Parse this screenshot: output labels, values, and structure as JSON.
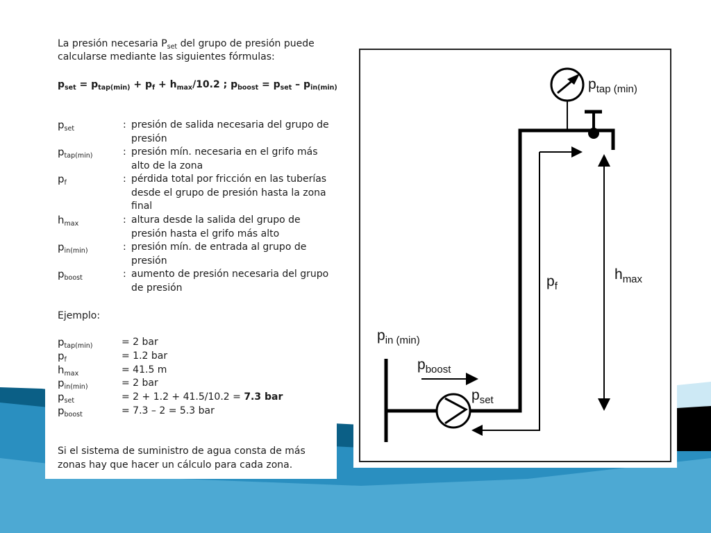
{
  "intro": {
    "line1_a": "La presión necesaria P",
    "line1_sub": "set",
    "line1_b": " del grupo de presión puede",
    "line2": "calcularse mediante las siguientes fórmulas:"
  },
  "formula": {
    "p": "p",
    "set": "set",
    "eq1": " = p",
    "tapmin": "tap(min)",
    "plus_pf": " + p",
    "f": "f",
    "plus_h": " + h",
    "max": "max",
    "div": "/10.2  ;  p",
    "boost": "boost",
    "eq2": " = p",
    "minus": " – p",
    "inmin": "in(min)"
  },
  "definitions": [
    {
      "sym": "p",
      "sub": "set",
      "desc": "presión de salida necesaria del grupo de presión"
    },
    {
      "sym": "p",
      "sub": "tap(min)",
      "desc": "presión mín. necesaria en el grifo más alto de la zona"
    },
    {
      "sym": "p",
      "sub": "f",
      "desc": "pérdida total por fricción en las tuberías desde el grupo de presión hasta la zona final"
    },
    {
      "sym": "h",
      "sub": "max",
      "desc": "altura desde la salida del grupo de presión hasta el grifo más alto"
    },
    {
      "sym": "p",
      "sub": "in(min)",
      "desc": "presión mín. de entrada al grupo de presión"
    },
    {
      "sym": "p",
      "sub": "boost",
      "desc": "aumento de presión necesaria del grupo de presión"
    }
  ],
  "colon": ":",
  "example": {
    "heading": "Ejemplo:",
    "rows": [
      {
        "sym": "p",
        "sub": "tap(min)",
        "value": "= 2 bar",
        "bold": ""
      },
      {
        "sym": "p",
        "sub": "f",
        "value": "= 1.2 bar",
        "bold": ""
      },
      {
        "sym": "h",
        "sub": "max",
        "value": "= 41.5 m",
        "bold": ""
      },
      {
        "sym": "p",
        "sub": "in(min)",
        "value": "= 2 bar",
        "bold": ""
      },
      {
        "sym": "p",
        "sub": "set",
        "value": "= 2 + 1.2 + 41.5/10.2 = ",
        "bold": "7.3 bar"
      },
      {
        "sym": "p",
        "sub": "boost",
        "value": "= 7.3 – 2 = 5.3 bar",
        "bold": ""
      }
    ]
  },
  "note": {
    "line1": "Si el sistema de suministro de agua consta de más",
    "line2": "zonas hay que hacer un cálculo para cada zona."
  },
  "diagram": {
    "ptap": {
      "p": "p",
      "sub": "tap (min)"
    },
    "hmax": {
      "p": "h",
      "sub": "max"
    },
    "pf": {
      "p": "p",
      "sub": "f"
    },
    "pin": {
      "p": "p",
      "sub": "in (min)"
    },
    "pboost": {
      "p": "p",
      "sub": "boost"
    },
    "pset": {
      "p": "p",
      "sub": "set"
    }
  },
  "colors": {
    "accent_dark": "#0b5f86",
    "accent_mid": "#2a8fc0",
    "accent_light": "#7cc6e6"
  }
}
